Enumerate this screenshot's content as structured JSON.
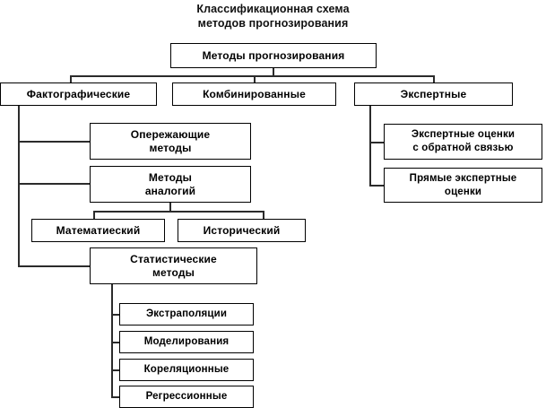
{
  "diagram": {
    "title": "Классификационная схема\nметодов прогнозирования",
    "root": {
      "label": "Методы прогнозирования"
    },
    "level2": [
      {
        "label": "Фактографические"
      },
      {
        "label": "Комбинированные"
      },
      {
        "label": "Экспертные"
      }
    ],
    "factographic_children": [
      {
        "label": "Опережающие\nметоды"
      },
      {
        "label": "Методы\nаналогий"
      },
      {
        "label": "Статистические\nметоды"
      }
    ],
    "analogy_children": [
      {
        "label": "Математиеский"
      },
      {
        "label": "Исторический"
      }
    ],
    "statistical_children": [
      {
        "label": "Экстраполяции"
      },
      {
        "label": "Моделирования"
      },
      {
        "label": "Кореляционные"
      },
      {
        "label": "Регрессионные"
      }
    ],
    "expert_children": [
      {
        "label": "Экспертные оценки\nс обратной связью"
      },
      {
        "label": "Прямые экспертные\nоценки"
      }
    ],
    "colors": {
      "background": "#ffffff",
      "box_border": "#000000",
      "box_fill": "#ffffff",
      "line": "#2b2b2b",
      "text": "#000000"
    }
  }
}
